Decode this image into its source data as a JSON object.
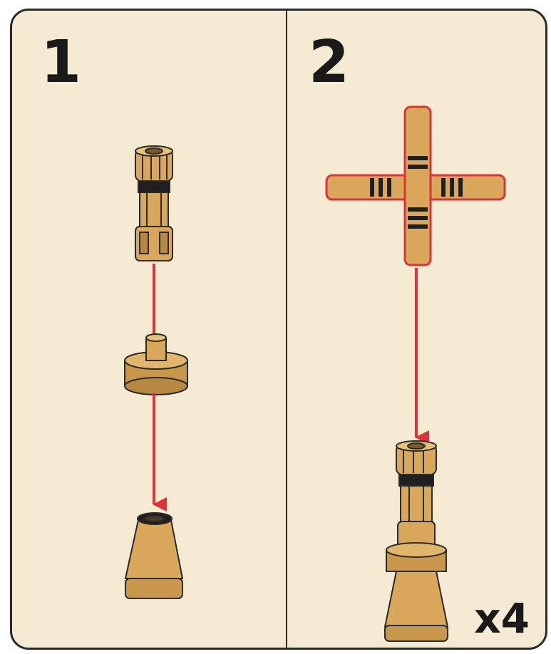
{
  "steps": [
    {
      "number": "1"
    },
    {
      "number": "2",
      "quantity": "x4"
    }
  ],
  "colors": {
    "background": "#f5ead2",
    "part": "#d9a85b",
    "part_shade": "#b7883f",
    "outline": "#2a2a2a",
    "arrow": "#e0303a",
    "highlight": "#e0303a"
  }
}
